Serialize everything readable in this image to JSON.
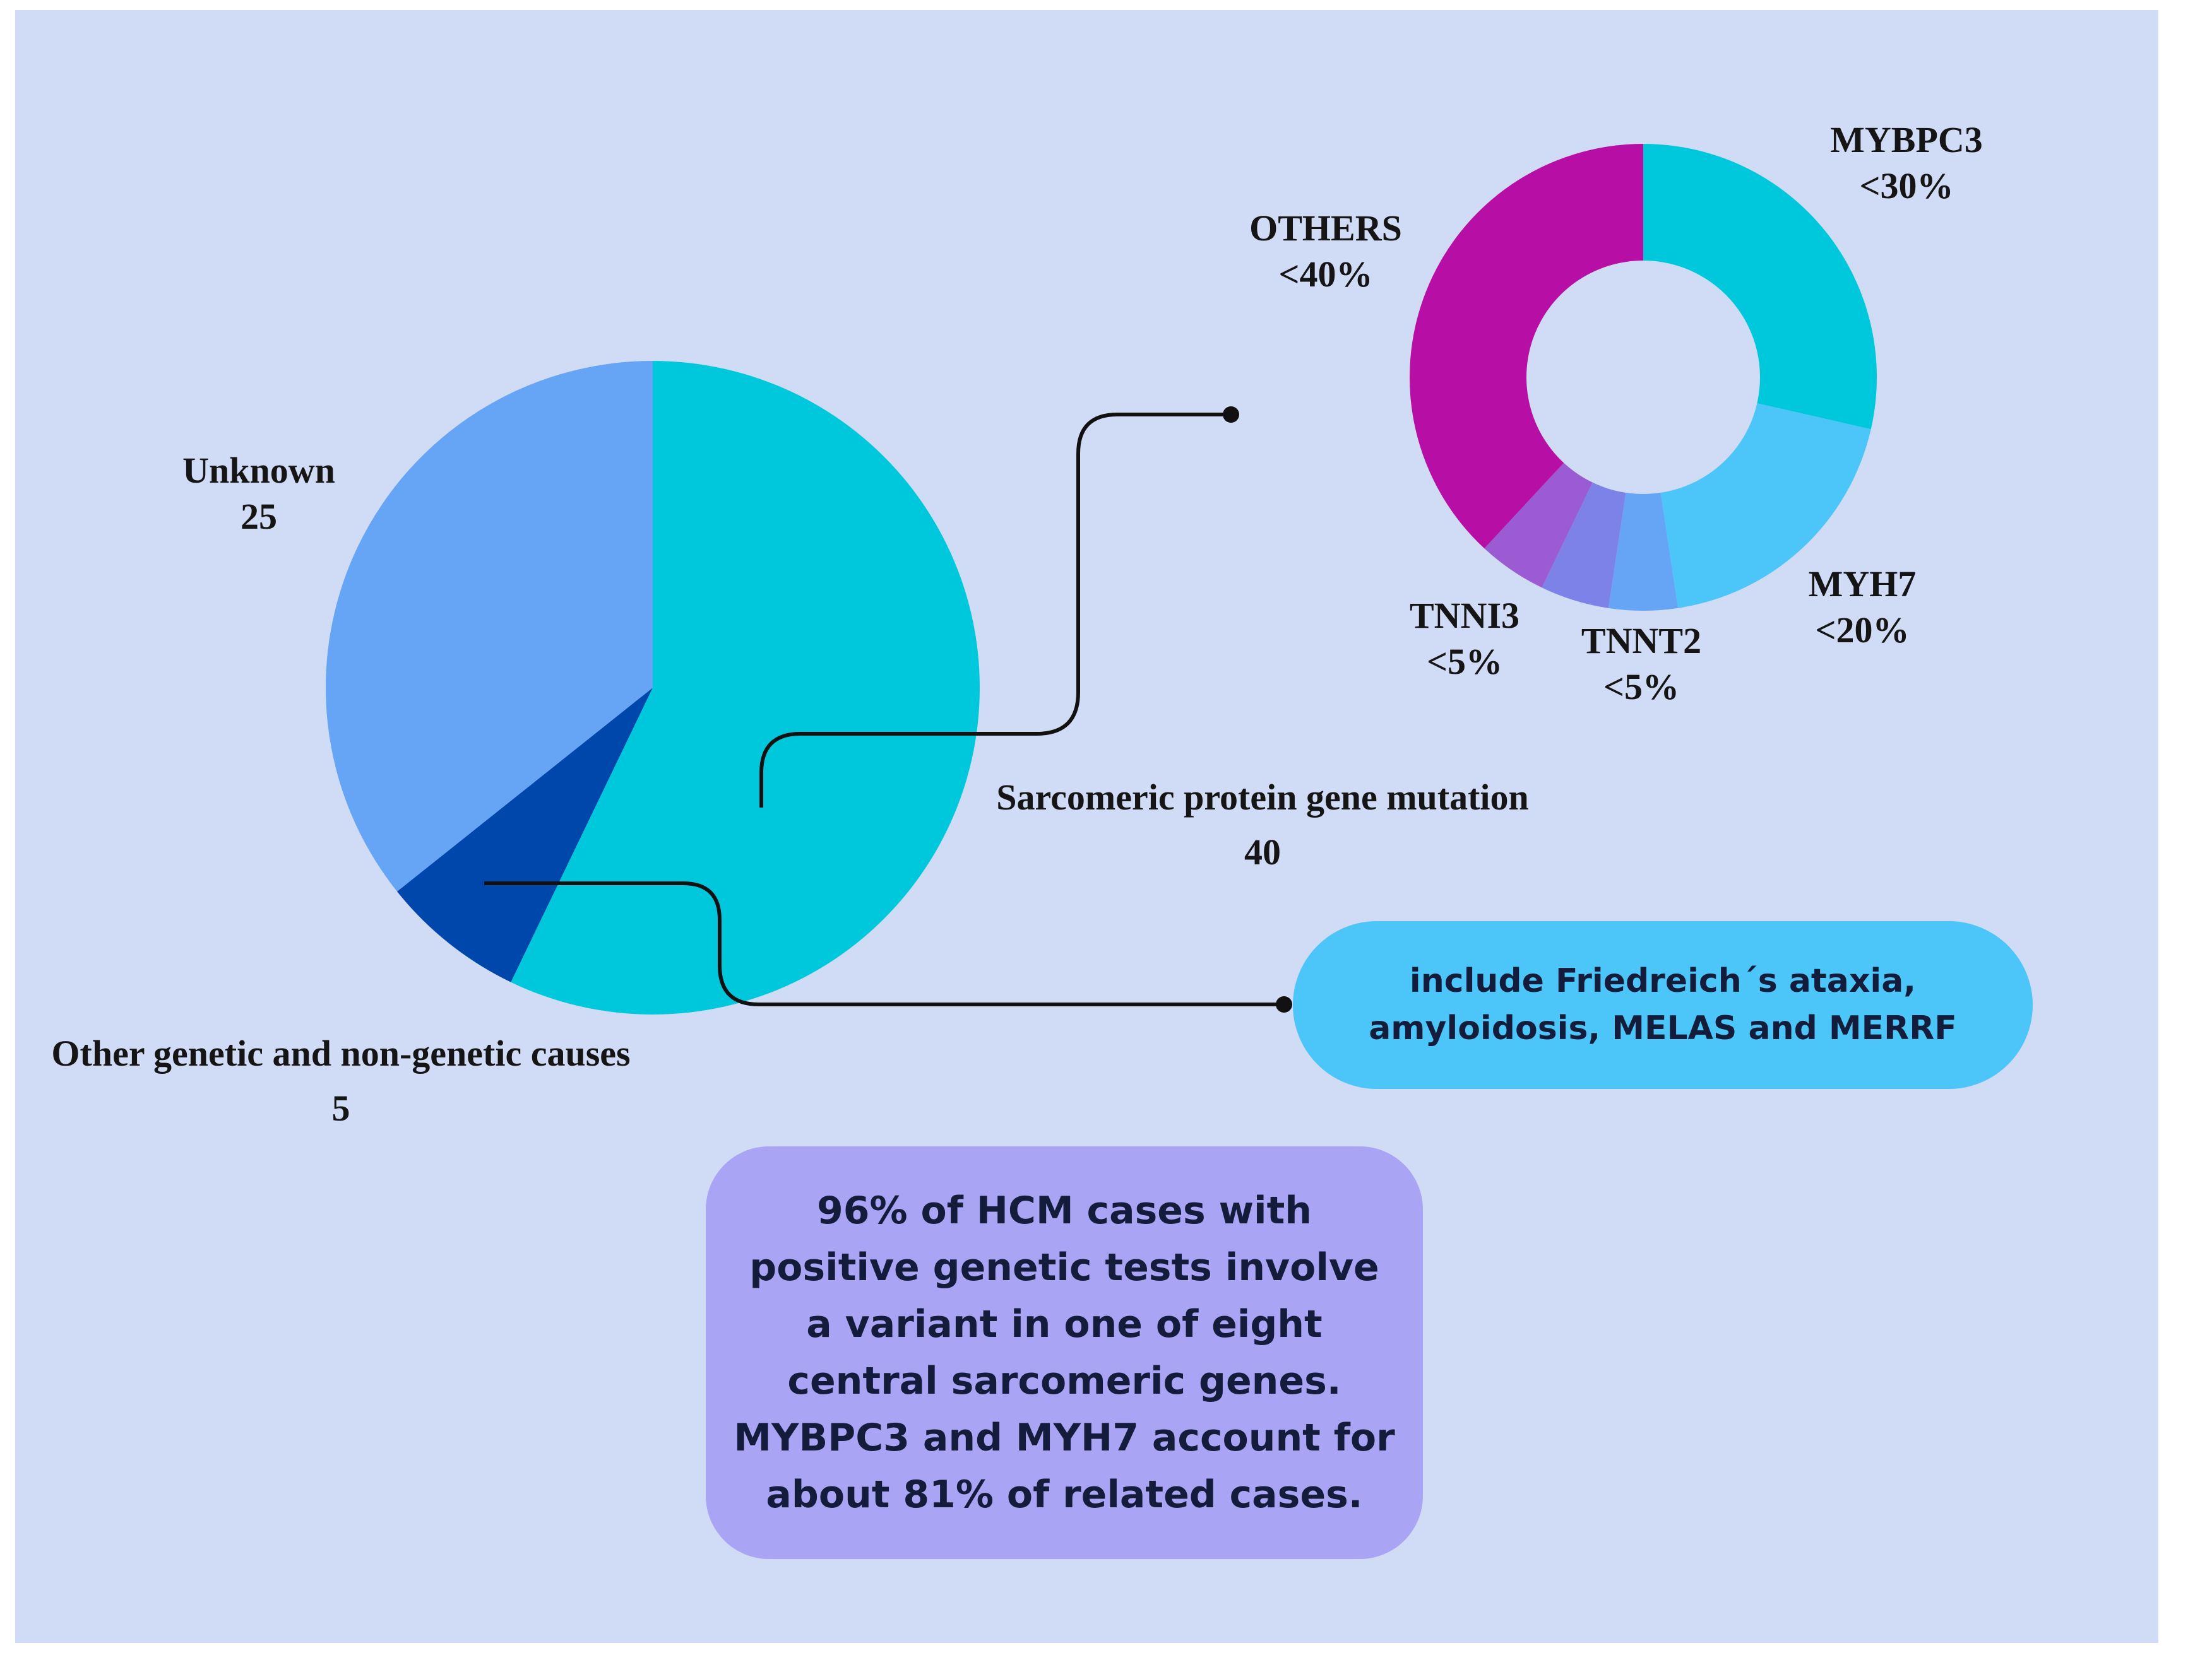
{
  "chart_data": [
    {
      "type": "pie",
      "slices": [
        {
          "label": "Sarcomeric protein gene mutation",
          "value": "40",
          "amount": 40,
          "color": "#00c8dc"
        },
        {
          "label": "Other genetic and non-genetic causes",
          "value": "5",
          "amount": 5,
          "color": "#0047ab"
        },
        {
          "label": "Unknown",
          "value": "25",
          "amount": 25,
          "color": "#66a4f6"
        }
      ]
    },
    {
      "type": "pie",
      "donut": true,
      "slices": [
        {
          "label": "MYBPC3",
          "value": "<30%",
          "amount": 30,
          "color": "#00c8dc"
        },
        {
          "label": "MYH7",
          "value": "<20%",
          "amount": 20,
          "color": "#4cc6f8"
        },
        {
          "label": "TNNT2",
          "value": "<5%",
          "amount": 5,
          "color": "#66a4f6"
        },
        {
          "label": "",
          "value": "",
          "amount": 5,
          "color": "#7c82e8"
        },
        {
          "label": "TNNI3",
          "value": "<5%",
          "amount": 5,
          "color": "#9b5bd2"
        },
        {
          "label": "OTHERS",
          "value": "<40%",
          "amount": 40,
          "color": "#b70fa6"
        }
      ]
    }
  ],
  "callouts": {
    "other_causes_note": "include Friedreich´s ataxia, amyloidosis, MELAS and MERRF",
    "summary": "96% of HCM cases with positive genetic tests involve a variant in one of eight central sarcomeric genes. MYBPC3 and MYH7 account for about 81% of related cases."
  },
  "colors": {
    "background": "#d0dbf5",
    "connector": "#111111"
  }
}
